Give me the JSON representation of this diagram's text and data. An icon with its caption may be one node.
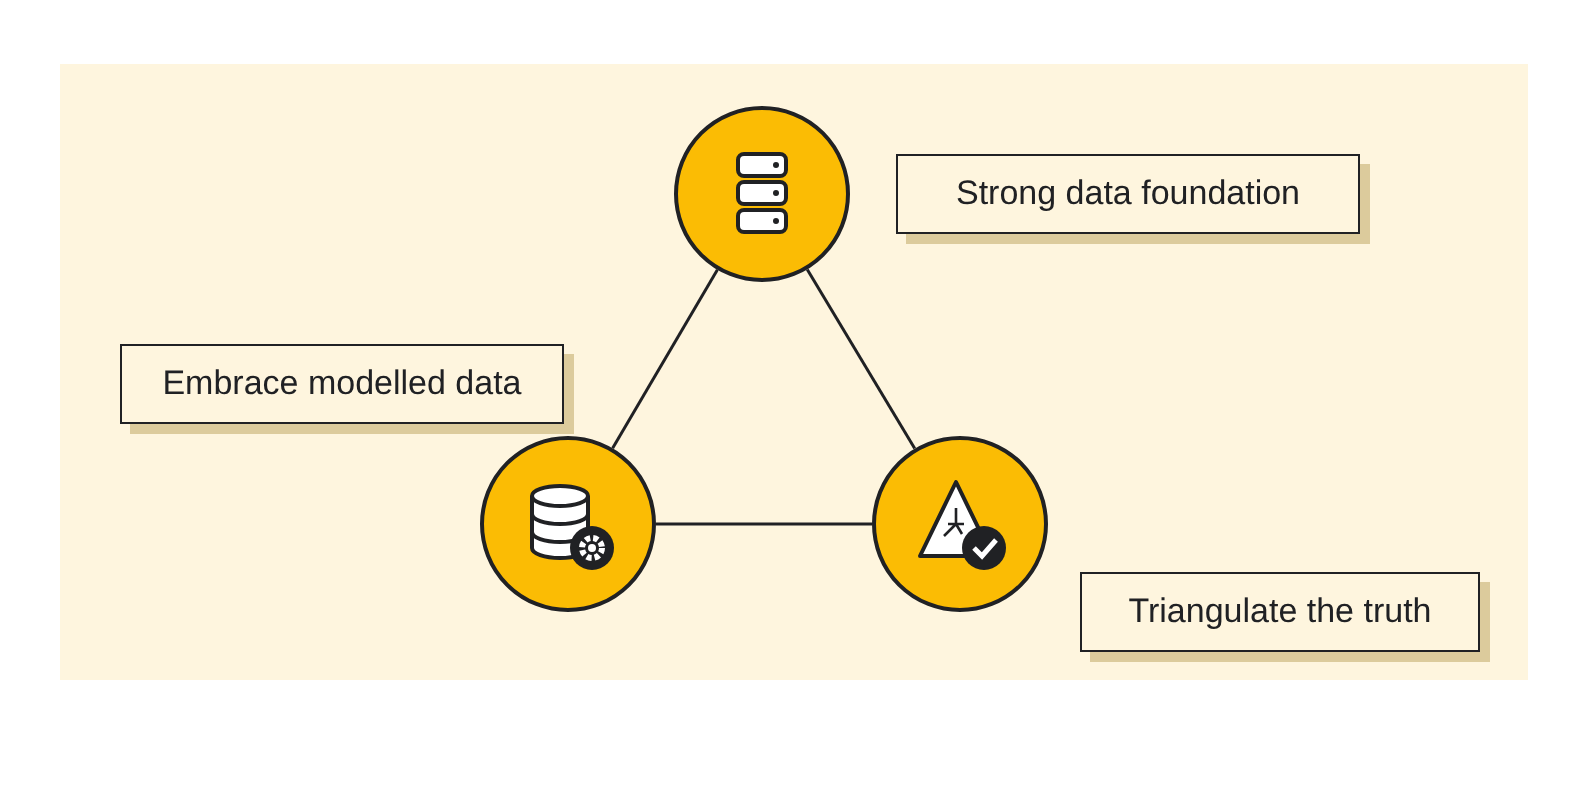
{
  "diagram": {
    "nodes": [
      {
        "text": [],
        "shape": "circle"
      },
      {
        "text": [
          "Strong data foundation"
        ]
      },
      {
        "text": [
          "Embrace modelled data"
        ]
      },
      {
        "text": [],
        "shape": "circle"
      },
      {
        "text": [],
        "shape": "circle"
      },
      {
        "text": [
          "Triangulate the truth"
        ]
      }
    ],
    "edges": [
      {
        "from": 0,
        "to": 3,
        "arrow": "none"
      },
      {
        "from": 3,
        "to": 4,
        "arrow": "none"
      },
      {
        "from": 4,
        "to": 0,
        "arrow": "none"
      }
    ]
  }
}
